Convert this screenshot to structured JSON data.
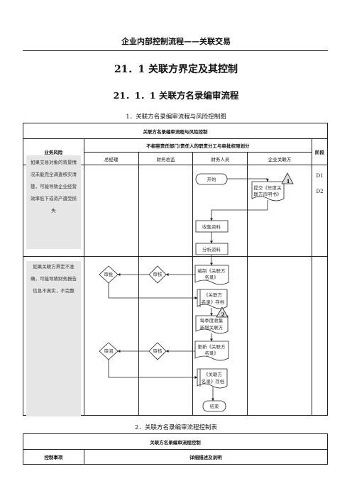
{
  "header": {
    "doc_title": "企业内部控制流程——关联交易"
  },
  "headings": {
    "section": "21．1 关联方界定及其控制",
    "subsection": "21．1．1 关联方名录编审流程"
  },
  "captions": {
    "caption1": "1．关联方名录编审流程与风险控制图",
    "caption2": "2．关联方名录编审流程控制表"
  },
  "flow_table": {
    "title": "关联方名录编审流程与风险控制",
    "risk_header": "业务风险",
    "division_header": "不相容责任部门/责任人的职责分工与审批权限划分",
    "stage_header": "阶段",
    "roles": [
      "总经理",
      "财务总监",
      "财务人员",
      "企业关联方"
    ],
    "stages": [
      "D1",
      "D2"
    ],
    "risks": [
      "如果交易对象的背景情况未能完全调查核实清楚，可能导致企业经营效率低下或资产遭受损失",
      "如果关联方界定不准确，可能导致财务报告信息不真实，不完整"
    ]
  },
  "flow_nodes": {
    "start": "开始",
    "submit_line1": "提交《年度关",
    "submit_line2": "联方声明书》",
    "collect": "收集资料",
    "analyze": "分析资料",
    "compile_line1": "编制《关联方",
    "compile_line2": "名录》",
    "review_gm1": "审批",
    "review_cfo1": "审核",
    "archive1_line1": "《关联方",
    "archive1_line2": "名录》存档",
    "newrel_line1": "每季度收集",
    "newrel_line2": "新增关联方",
    "update_line1": "更新《关联方",
    "update_line2": "名录》",
    "review_gm2": "审阅",
    "review_cfo2": "审核",
    "archive2_line1": "《关联方",
    "archive2_line2": "名录》存档",
    "end": "结束",
    "marker1": "1",
    "marker2": "2"
  },
  "control_table": {
    "title": "关联方名录编审流程控制",
    "col1": "控制事项",
    "col2": "详细描述及说明"
  }
}
